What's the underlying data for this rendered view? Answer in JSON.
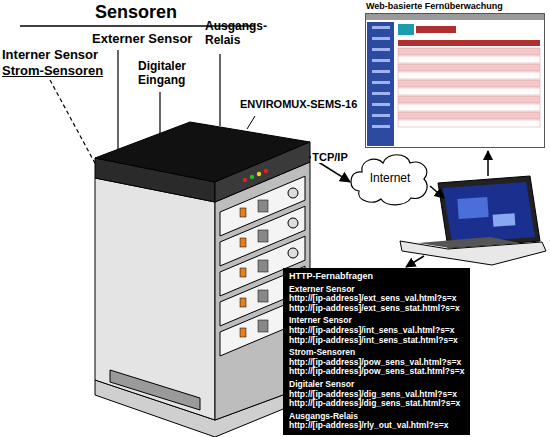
{
  "diagram": {
    "nodes": [
      {
        "text": [
          "ENVIROMUX-SEMS-16"
        ]
      },
      {
        "text": [
          "Internet"
        ]
      },
      {
        "text": [
          "Web-basierte Fernüberwachung"
        ]
      },
      {
        "text": [
          "HTTP-Fernabfragen",
          "Externer Sensor",
          "http://[ip-address]/ext_sens_val.html?s=x",
          "http://[ip-address]/ext_sens_stat.html?s=x",
          "Interner Sensor",
          "http://[ip-address]/int_sens_val.html?s=x",
          "http://[ip-address]/int_sens_stat.html?s=x",
          "Strom-Sensoren",
          "http://[ip-address]/pow_sens_val.html?s=x",
          "http://[ip-address]/pow_sens_stat.html?s=x",
          "Digitaler Sensor",
          "http://[ip-address]/dig_sens_val.html?s=x",
          "http://[ip-address]/dig_sens_stat.html?s=x",
          "Ausgangs-Relais",
          "http://[ip-address]/rly_out_val.html?s=x"
        ]
      }
    ],
    "edges": [
      {
        "from": 0,
        "to": 1,
        "label": "TCP/IP",
        "arrow": "to"
      }
    ],
    "labels": [
      "Sensoren",
      "Externer Sensor",
      "Ausgangs-Relais",
      "Interner Sensor",
      "Strom-Sensoren",
      "Digitaler Eingang"
    ]
  }
}
